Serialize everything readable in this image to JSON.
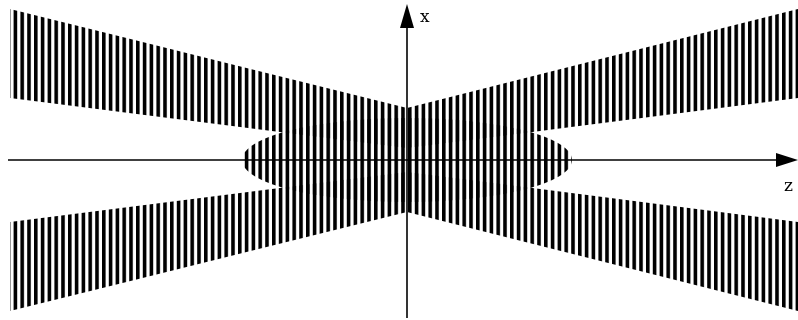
{
  "diagram": {
    "axes": {
      "vertical_label": "x",
      "horizontal_label": "z"
    },
    "beams": [
      {
        "name": "beam-upper-left"
      },
      {
        "name": "beam-upper-right"
      },
      {
        "name": "beam-lower-left"
      },
      {
        "name": "beam-lower-right"
      }
    ],
    "colors": {
      "stripes": "#000000",
      "background": "#ffffff",
      "axes": "#000000"
    }
  }
}
